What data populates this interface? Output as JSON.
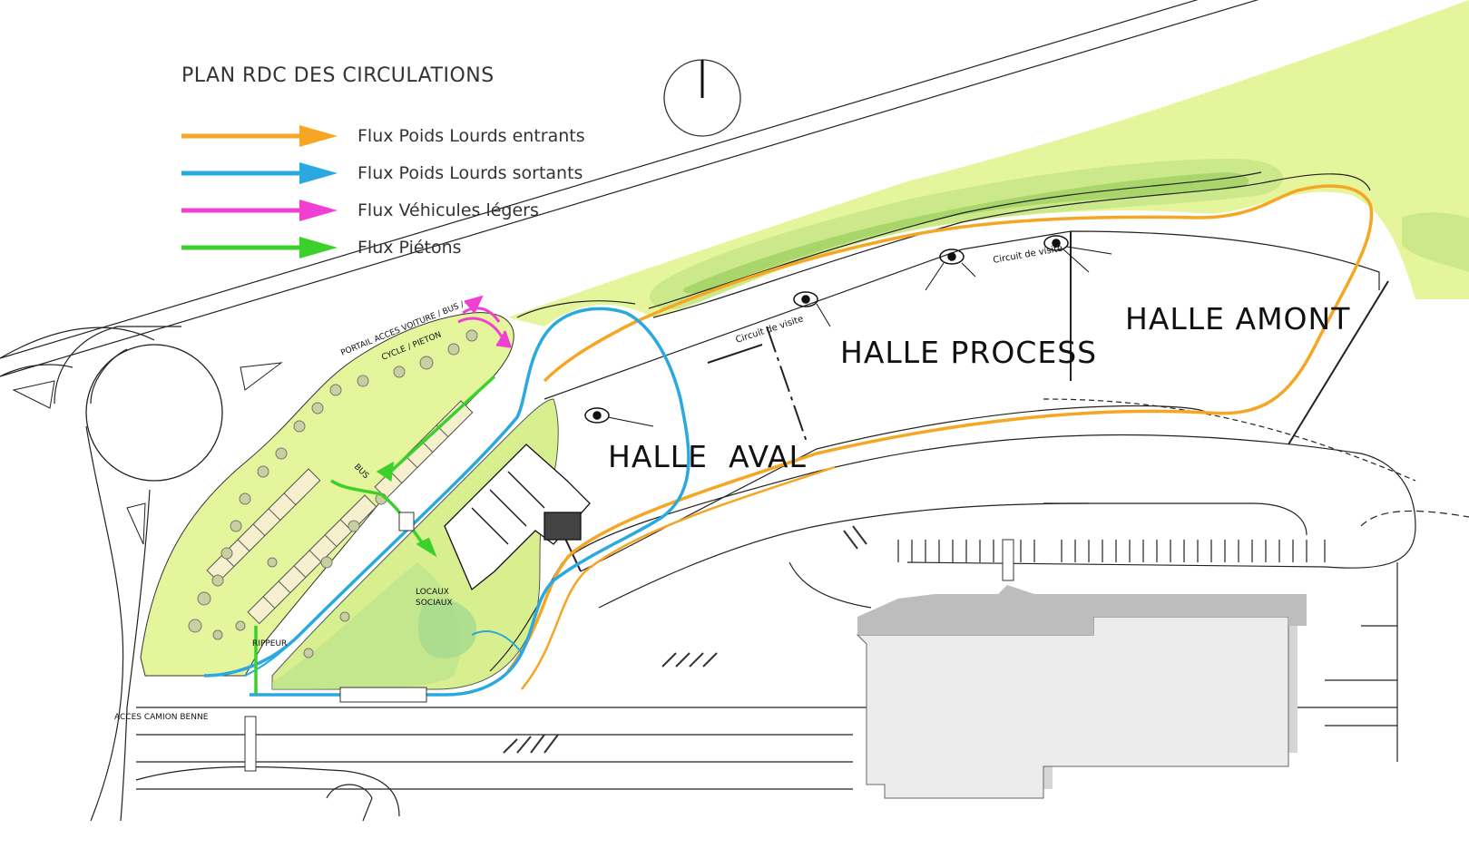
{
  "title": "PLAN RDC DES CIRCULATIONS",
  "legend": [
    {
      "label": "Flux Poids Lourds entrants",
      "color": "#f5a623"
    },
    {
      "label": "Flux Poids Lourds sortants",
      "color": "#29a9e0"
    },
    {
      "label": "Flux Véhicules légers",
      "color": "#f03fd3"
    },
    {
      "label": "Flux Piétons",
      "color": "#3bd12a"
    }
  ],
  "halls": {
    "aval": "HALLE  AVAL",
    "process": "HALLE PROCESS",
    "amont": "HALLE AMONT"
  },
  "labels": {
    "circuit_1": "Circuit de visite",
    "circuit_2": "Circuit de visite",
    "portail_1": "PORTAIL ACCES VOITURE / BUS /",
    "portail_2": "CYCLE / PIETON",
    "bus": "BUS",
    "locaux_1": "LOCAUX",
    "locaux_2": "SOCIAUX",
    "rippeur": "RIPPEUR",
    "acces_benne": "ACCES CAMION BENNE"
  },
  "icons": {
    "north": "north-arrow-icon",
    "eye": "eye-icon"
  },
  "colors": {
    "green_area": "#e4f59b",
    "green_dark": "#a9d66a",
    "building_grey": "#e9e9e9"
  }
}
